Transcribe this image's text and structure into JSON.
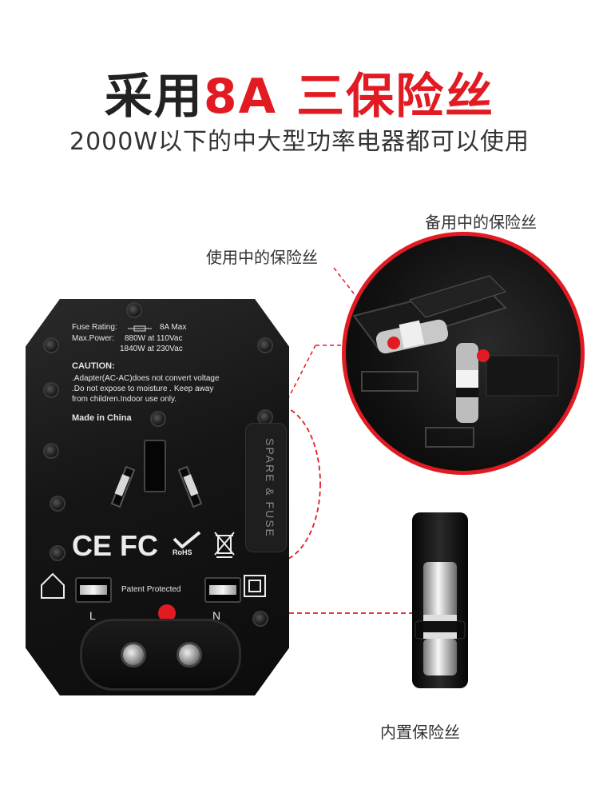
{
  "headline": {
    "part1": "采用",
    "part2": "8A",
    "part3": "三保险丝"
  },
  "subtitle": "2000W以下的中大型功率电器都可以使用",
  "callouts": {
    "spare_fuse": "备用中的保险丝",
    "in_use_fuse": "使用中的保险丝",
    "builtin_fuse": "内置保险丝"
  },
  "device": {
    "fuse_rating_label": "Fuse Rating:",
    "fuse_rating_value": "8A Max",
    "max_power_label": "Max.Power:",
    "max_power_110": "880W at 110Vac",
    "max_power_230": "1840W at 230Vac",
    "caution_title": "CAUTION:",
    "caution_lines": [
      ".Adapter(AC-AC)does not convert voltage",
      ".Do not expose to moisture . Keep away",
      "from children.Indoor use only."
    ],
    "made_in": "Made in China",
    "spare_fuse_cover": "SPARE & FUSE",
    "patent": "Patent Protected",
    "mark_ce": "CE",
    "mark_fc": "FC",
    "mark_rohs": "RoHS",
    "pin_left": "L",
    "pin_right": "N"
  },
  "colors": {
    "accent_red": "#e21b23",
    "text_dark": "#222222",
    "device_black": "#151515"
  },
  "icons": [
    "house-icon",
    "double-square-icon",
    "weee-bin-icon",
    "rohs-check-icon",
    "fuse-symbol-icon"
  ]
}
